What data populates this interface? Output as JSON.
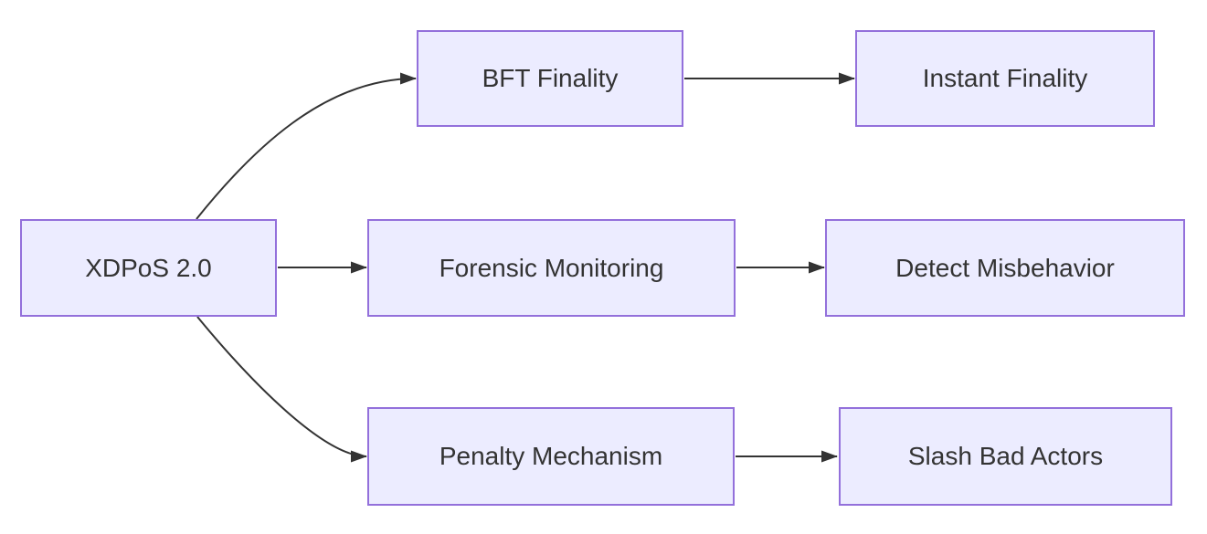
{
  "diagram": {
    "type": "flowchart",
    "direction": "left-to-right",
    "nodes": [
      {
        "id": "xdpos",
        "label": "XDPoS 2.0"
      },
      {
        "id": "bft",
        "label": "BFT Finality"
      },
      {
        "id": "instant",
        "label": "Instant Finality"
      },
      {
        "id": "forensic",
        "label": "Forensic Monitoring"
      },
      {
        "id": "detect",
        "label": "Detect Misbehavior"
      },
      {
        "id": "penalty",
        "label": "Penalty Mechanism"
      },
      {
        "id": "slash",
        "label": "Slash Bad Actors"
      }
    ],
    "edges": [
      {
        "from": "XDPoS 2.0",
        "to": "BFT Finality"
      },
      {
        "from": "XDPoS 2.0",
        "to": "Forensic Monitoring"
      },
      {
        "from": "XDPoS 2.0",
        "to": "Penalty Mechanism"
      },
      {
        "from": "BFT Finality",
        "to": "Instant Finality"
      },
      {
        "from": "Forensic Monitoring",
        "to": "Detect Misbehavior"
      },
      {
        "from": "Penalty Mechanism",
        "to": "Slash Bad Actors"
      }
    ],
    "colors": {
      "node_fill": "#ECECFF",
      "node_border": "#9370DB",
      "edge_stroke": "#333333",
      "text": "#333333",
      "background": "#FFFFFF"
    }
  }
}
